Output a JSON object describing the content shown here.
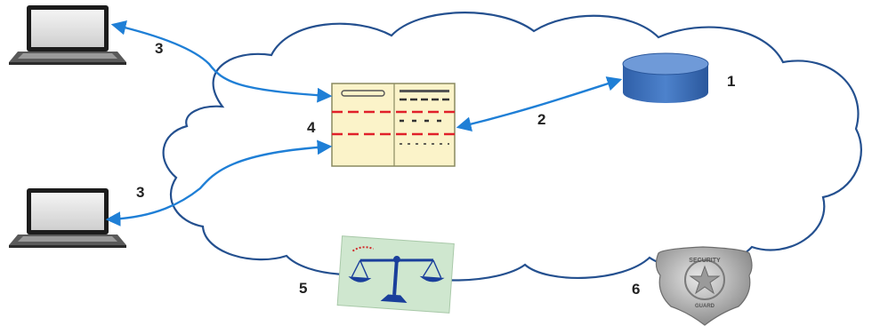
{
  "labels": {
    "database": "1",
    "db_link": "2",
    "client_link_top": "3",
    "client_link_bottom": "3",
    "application": "4",
    "law": "5",
    "security": "6"
  },
  "badge": {
    "top_text": "SECURITY",
    "bottom_text": "GUARD"
  },
  "colors": {
    "arrow": "#1f7fd6",
    "cloud_stroke": "#24508f",
    "database_fill": "#3f73bf",
    "document_fill": "#fbf3c9",
    "dashed_line": "#e0202a",
    "scale_card": "#cfe7cf",
    "scale_blue": "#1a3f9b",
    "badge_silver": "#b8b8b8"
  },
  "icons": {
    "laptop_top": "laptop-icon",
    "laptop_bottom": "laptop-icon",
    "database": "database-icon",
    "application": "document-icon",
    "law": "scales-of-justice-icon",
    "security": "security-badge-icon"
  }
}
